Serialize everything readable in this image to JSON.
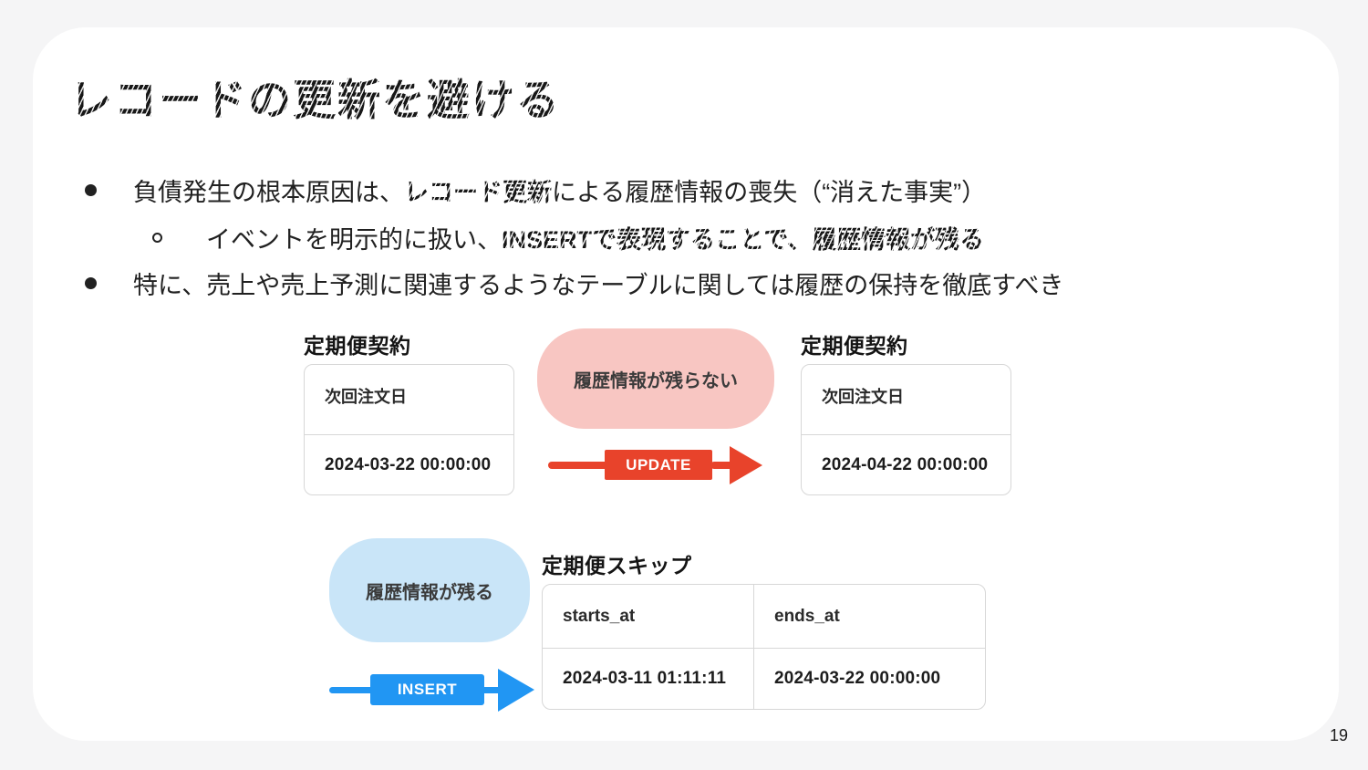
{
  "slide": {
    "title": "レコードの更新を避ける",
    "bullets": {
      "b1_pre": "負債発生の根本原因は、",
      "b1_emphasis": "レコード更新",
      "b1_post": "による履歴情報の喪失（“消えた事実”）",
      "sub_pre": "イベントを明示的に扱い、",
      "sub_emphasis": "INSERTで表現することで、履歴情報が残る",
      "b2": "特に、売上や売上予測に関連するようなテーブルに関しては履歴の保持を徹底すべき"
    },
    "update_flow": {
      "bubble_label": "履歴情報が残らない",
      "arrow_label": "UPDATE",
      "before_table": {
        "title": "定期便契約",
        "column": "次回注文日",
        "value": "2024-03-22 00:00:00"
      },
      "after_table": {
        "title": "定期便契約",
        "column": "次回注文日",
        "value": "2024-04-22 00:00:00"
      }
    },
    "insert_flow": {
      "bubble_label": "履歴情報が残る",
      "arrow_label": "INSERT",
      "table": {
        "title": "定期便スキップ",
        "columns": [
          "starts_at",
          "ends_at"
        ],
        "rows": [
          [
            "2024-03-11 01:11:11",
            "2024-03-22 00:00:00"
          ]
        ]
      }
    },
    "page_number": "19"
  },
  "colors": {
    "update_red": "#e8432b",
    "insert_blue": "#2196f3",
    "bubble_pink": "#f8c6c2",
    "bubble_blue": "#c9e5f8",
    "text_dark": "#212121",
    "table_border": "#d7d7d7",
    "canvas_gray": "#f5f5f6",
    "slide_white": "#ffffff"
  }
}
